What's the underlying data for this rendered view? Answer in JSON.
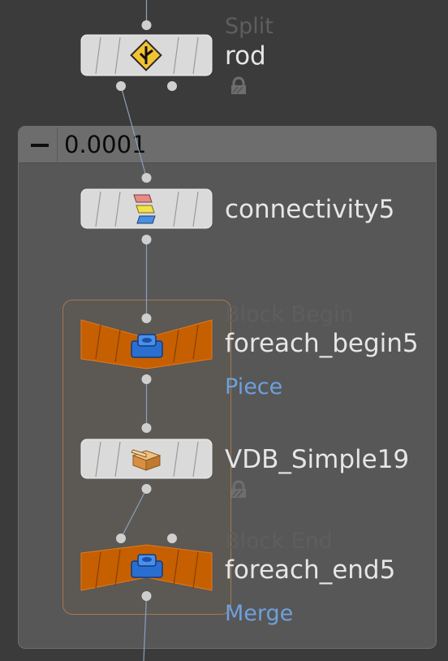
{
  "network_box": {
    "title": "0.0001"
  },
  "nodes": {
    "rod": {
      "type": "Split",
      "name": "rod",
      "icon": "split-icon",
      "locked": true
    },
    "connectivity5": {
      "name": "connectivity5",
      "icon": "connectivity-icon"
    },
    "foreach_begin5": {
      "type": "Block Begin",
      "name": "foreach_begin5",
      "sub": "Piece",
      "icon": "block-begin-icon"
    },
    "vdb_simple19": {
      "name": "VDB_Simple19",
      "icon": "box-icon",
      "locked": true
    },
    "foreach_end5": {
      "type": "Block End",
      "name": "foreach_end5",
      "sub": "Merge",
      "icon": "block-end-icon"
    }
  },
  "colors": {
    "background": "#3b3b3b",
    "network_box": "#575757",
    "block_node": "#c65f00",
    "node_body": "#dadada",
    "wire": "#8aa0c0",
    "sub_label": "#6ea0dc"
  }
}
